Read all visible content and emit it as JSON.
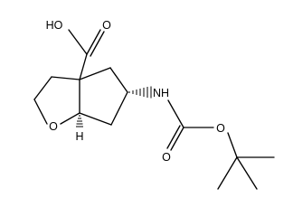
{
  "molecule": {
    "atoms": {
      "hydroxyl": "HO",
      "carbonyl_oxygen_acid": "O",
      "ring_oxygen": "O",
      "ring_fusion_hydrogen": "H",
      "amide_nitrogen": "NH",
      "carbamate_ester_oxygen": "O",
      "carbamate_carbonyl_oxygen": "O"
    },
    "colors": {
      "bond": "#000000",
      "label": "#000000",
      "background": "#ffffff"
    }
  }
}
